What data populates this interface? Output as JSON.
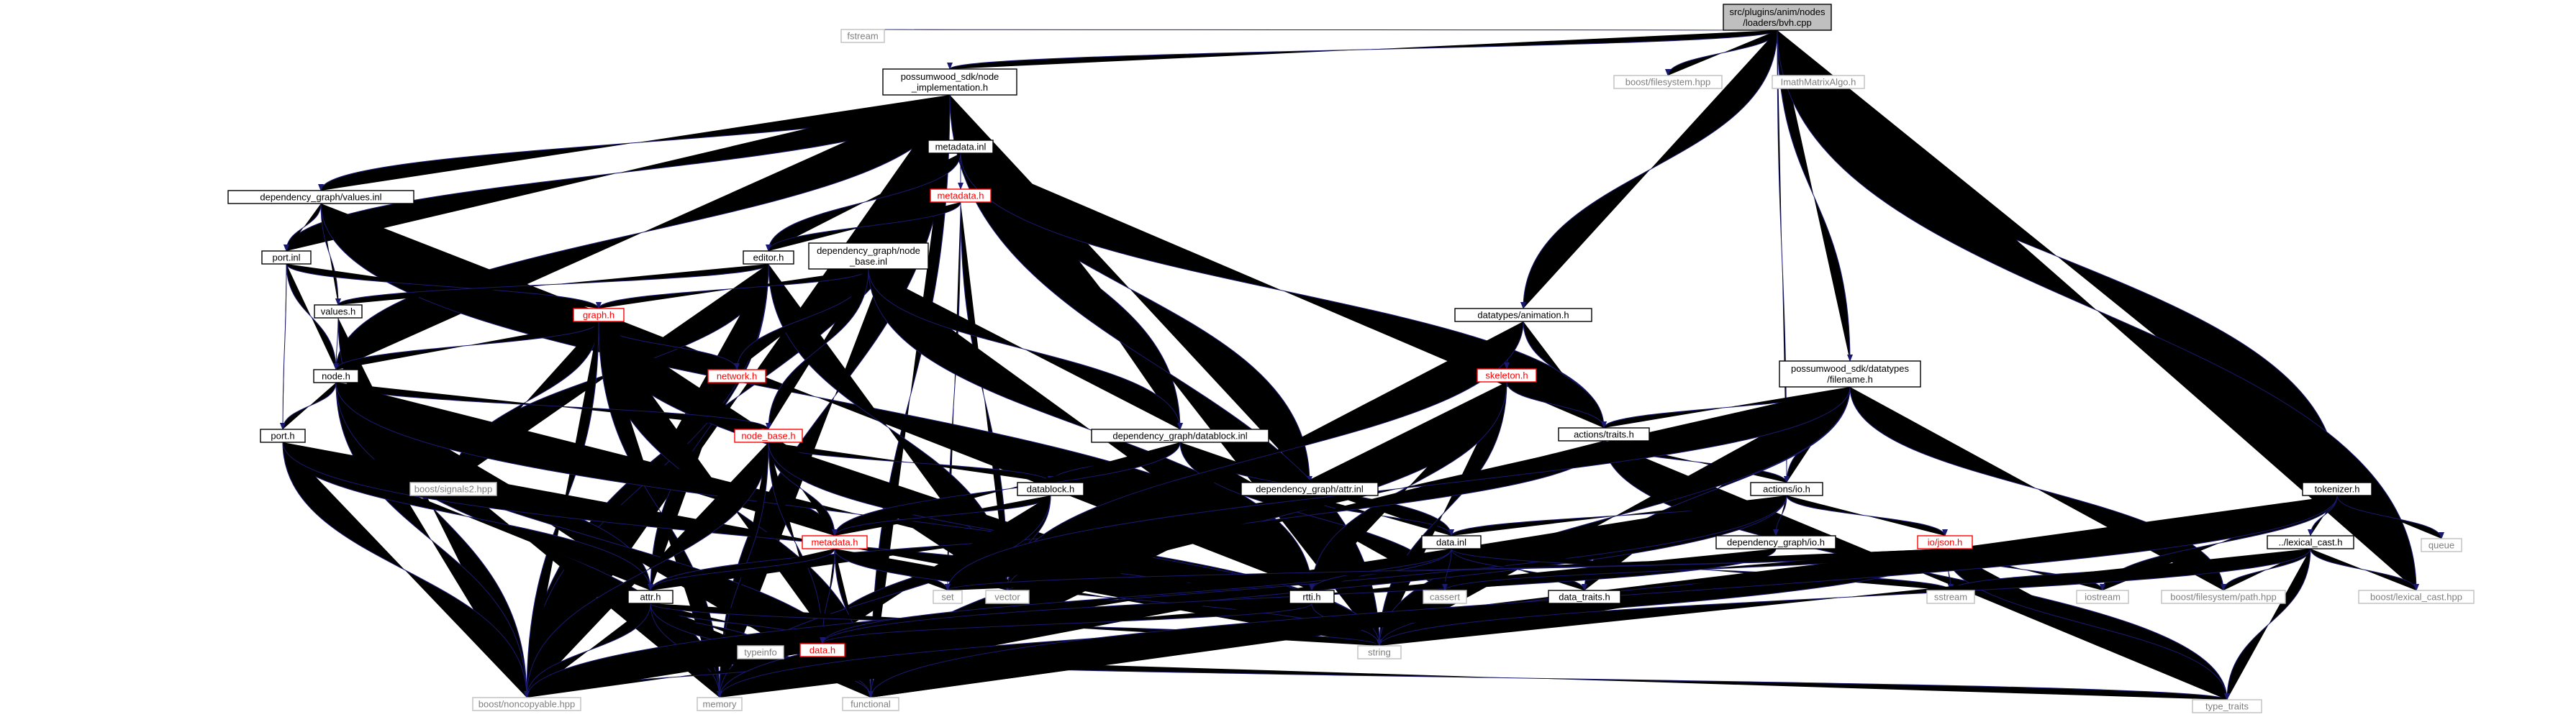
{
  "diagram": {
    "colors": {
      "edge": "#191970",
      "boxBorder": "#000000",
      "rootFill": "#bfbfbf",
      "textBlack": "#000000",
      "textRed": "#ff0000",
      "greyBorder": "#bfbfbf",
      "greyText": "#7f7f7f"
    },
    "nodes": [
      {
        "id": "root",
        "lines": [
          "src/plugins/anim/nodes",
          "/loaders/bvh.cpp"
        ],
        "style": "root"
      },
      {
        "id": "fstream",
        "lines": [
          "fstream"
        ],
        "style": "grey"
      },
      {
        "id": "impl",
        "lines": [
          "possumwood_sdk/node",
          "_implementation.h"
        ],
        "style": "black"
      },
      {
        "id": "bfs",
        "lines": [
          "boost/filesystem.hpp"
        ],
        "style": "grey"
      },
      {
        "id": "imath",
        "lines": [
          "ImathMatrixAlgo.h"
        ],
        "style": "grey"
      },
      {
        "id": "metainl",
        "lines": [
          "metadata.inl"
        ],
        "style": "black"
      },
      {
        "id": "metah1",
        "lines": [
          "metadata.h"
        ],
        "style": "red"
      },
      {
        "id": "valinl",
        "lines": [
          "dependency_graph/values.inl"
        ],
        "style": "black"
      },
      {
        "id": "portinl",
        "lines": [
          "port.inl"
        ],
        "style": "black"
      },
      {
        "id": "editor",
        "lines": [
          "editor.h"
        ],
        "style": "black"
      },
      {
        "id": "nbinl",
        "lines": [
          "dependency_graph/node",
          "_base.inl"
        ],
        "style": "black"
      },
      {
        "id": "values",
        "lines": [
          "values.h"
        ],
        "style": "black"
      },
      {
        "id": "graph",
        "lines": [
          "graph.h"
        ],
        "style": "red"
      },
      {
        "id": "network",
        "lines": [
          "network.h"
        ],
        "style": "red"
      },
      {
        "id": "nodeh",
        "lines": [
          "node.h"
        ],
        "style": "black"
      },
      {
        "id": "porth",
        "lines": [
          "port.h"
        ],
        "style": "black"
      },
      {
        "id": "nodebase",
        "lines": [
          "node_base.h"
        ],
        "style": "red"
      },
      {
        "id": "signals",
        "lines": [
          "boost/signals2.hpp"
        ],
        "style": "grey"
      },
      {
        "id": "dbinl",
        "lines": [
          "dependency_graph/datablock.inl"
        ],
        "style": "black"
      },
      {
        "id": "attrinl",
        "lines": [
          "dependency_graph/attr.inl"
        ],
        "style": "black"
      },
      {
        "id": "datablock",
        "lines": [
          "datablock.h"
        ],
        "style": "black"
      },
      {
        "id": "metah2",
        "lines": [
          "metadata.h"
        ],
        "style": "red"
      },
      {
        "id": "attrh",
        "lines": [
          "attr.h"
        ],
        "style": "black"
      },
      {
        "id": "set",
        "lines": [
          "set"
        ],
        "style": "grey"
      },
      {
        "id": "vector",
        "lines": [
          "vector"
        ],
        "style": "grey"
      },
      {
        "id": "typeinfo",
        "lines": [
          "typeinfo"
        ],
        "style": "grey"
      },
      {
        "id": "datah",
        "lines": [
          "data.h"
        ],
        "style": "red"
      },
      {
        "id": "noncopy",
        "lines": [
          "boost/noncopyable.hpp"
        ],
        "style": "grey"
      },
      {
        "id": "memory",
        "lines": [
          "memory"
        ],
        "style": "grey"
      },
      {
        "id": "functional",
        "lines": [
          "functional"
        ],
        "style": "grey"
      },
      {
        "id": "anim",
        "lines": [
          "datatypes/animation.h"
        ],
        "style": "black"
      },
      {
        "id": "skeleton",
        "lines": [
          "skeleton.h"
        ],
        "style": "red"
      },
      {
        "id": "traits",
        "lines": [
          "actions/traits.h"
        ],
        "style": "black"
      },
      {
        "id": "filename",
        "lines": [
          "possumwood_sdk/datatypes",
          "/filename.h"
        ],
        "style": "black"
      },
      {
        "id": "io",
        "lines": [
          "actions/io.h"
        ],
        "style": "black"
      },
      {
        "id": "datainl",
        "lines": [
          "data.inl"
        ],
        "style": "black"
      },
      {
        "id": "iohdep",
        "lines": [
          "dependency_graph/io.h"
        ],
        "style": "black"
      },
      {
        "id": "json",
        "lines": [
          "io/json.h"
        ],
        "style": "red"
      },
      {
        "id": "rtti",
        "lines": [
          "rtti.h"
        ],
        "style": "black"
      },
      {
        "id": "datatraits",
        "lines": [
          "data_traits.h"
        ],
        "style": "black"
      },
      {
        "id": "cassert",
        "lines": [
          "cassert"
        ],
        "style": "grey"
      },
      {
        "id": "string",
        "lines": [
          "string"
        ],
        "style": "grey"
      },
      {
        "id": "sstream",
        "lines": [
          "sstream"
        ],
        "style": "grey"
      },
      {
        "id": "iostream",
        "lines": [
          "iostream"
        ],
        "style": "grey"
      },
      {
        "id": "tokenizer",
        "lines": [
          "tokenizer.h"
        ],
        "style": "black"
      },
      {
        "id": "queue",
        "lines": [
          "queue"
        ],
        "style": "grey"
      },
      {
        "id": "lexcast",
        "lines": [
          "../lexical_cast.h"
        ],
        "style": "black"
      },
      {
        "id": "bfspath",
        "lines": [
          "boost/filesystem/path.hpp"
        ],
        "style": "grey"
      },
      {
        "id": "blex",
        "lines": [
          "boost/lexical_cast.hpp"
        ],
        "style": "grey"
      },
      {
        "id": "typetraits",
        "lines": [
          "type_traits"
        ],
        "style": "grey"
      }
    ],
    "edges": [
      [
        "root",
        "fstream"
      ],
      [
        "root",
        "impl"
      ],
      [
        "root",
        "bfs"
      ],
      [
        "root",
        "imath"
      ],
      [
        "root",
        "anim"
      ],
      [
        "root",
        "filename"
      ],
      [
        "root",
        "io"
      ],
      [
        "root",
        "tokenizer"
      ],
      [
        "root",
        "blex"
      ],
      [
        "impl",
        "metainl"
      ],
      [
        "impl",
        "valinl"
      ],
      [
        "impl",
        "portinl"
      ],
      [
        "impl",
        "nbinl"
      ],
      [
        "impl",
        "nodeh"
      ],
      [
        "impl",
        "dbinl"
      ],
      [
        "impl",
        "attrinl"
      ],
      [
        "impl",
        "noncopy"
      ],
      [
        "impl",
        "memory"
      ],
      [
        "impl",
        "functional"
      ],
      [
        "impl",
        "string"
      ],
      [
        "metainl",
        "metah1"
      ],
      [
        "metainl",
        "editor"
      ],
      [
        "metainl",
        "traits"
      ],
      [
        "metah1",
        "editor"
      ],
      [
        "metah1",
        "set"
      ],
      [
        "metah1",
        "vector"
      ],
      [
        "valinl",
        "portinl"
      ],
      [
        "valinl",
        "values"
      ],
      [
        "valinl",
        "rtti"
      ],
      [
        "portinl",
        "graph"
      ],
      [
        "portinl",
        "nodeh"
      ],
      [
        "portinl",
        "porth"
      ],
      [
        "editor",
        "values"
      ],
      [
        "editor",
        "signals"
      ],
      [
        "editor",
        "attrh"
      ],
      [
        "editor",
        "vector"
      ],
      [
        "editor",
        "noncopy"
      ],
      [
        "nbinl",
        "graph"
      ],
      [
        "nbinl",
        "network"
      ],
      [
        "nbinl",
        "nodebase"
      ],
      [
        "nbinl",
        "rtti"
      ],
      [
        "nbinl",
        "dbinl"
      ],
      [
        "values",
        "nodeh"
      ],
      [
        "values",
        "noncopy"
      ],
      [
        "graph",
        "nodeh"
      ],
      [
        "graph",
        "network"
      ],
      [
        "graph",
        "signals"
      ],
      [
        "graph",
        "vector"
      ],
      [
        "graph",
        "noncopy"
      ],
      [
        "graph",
        "functional"
      ],
      [
        "graph",
        "memory"
      ],
      [
        "nodeh",
        "porth"
      ],
      [
        "nodeh",
        "nodebase"
      ],
      [
        "nodeh",
        "signals"
      ],
      [
        "nodeh",
        "attrh"
      ],
      [
        "nodeh",
        "metah2"
      ],
      [
        "nodeh",
        "noncopy"
      ],
      [
        "nodeh",
        "functional"
      ],
      [
        "nodeh",
        "memory"
      ],
      [
        "nodeh",
        "string"
      ],
      [
        "porth",
        "signals"
      ],
      [
        "porth",
        "attrh"
      ],
      [
        "porth",
        "noncopy"
      ],
      [
        "porth",
        "string"
      ],
      [
        "nodebase",
        "datablock"
      ],
      [
        "nodebase",
        "metah2"
      ],
      [
        "nodebase",
        "datah"
      ],
      [
        "nodebase",
        "noncopy"
      ],
      [
        "nodebase",
        "string"
      ],
      [
        "nodebase",
        "memory"
      ],
      [
        "dbinl",
        "datablock"
      ],
      [
        "dbinl",
        "metah2"
      ],
      [
        "dbinl",
        "datainl"
      ],
      [
        "dbinl",
        "cassert"
      ],
      [
        "attrinl",
        "attrh"
      ],
      [
        "attrinl",
        "datainl"
      ],
      [
        "datablock",
        "metah2"
      ],
      [
        "datablock",
        "vector"
      ],
      [
        "datablock",
        "datah"
      ],
      [
        "datablock",
        "memory"
      ],
      [
        "metah2",
        "attrh"
      ],
      [
        "metah2",
        "set"
      ],
      [
        "metah2",
        "vector"
      ],
      [
        "metah2",
        "datah"
      ],
      [
        "metah2",
        "functional"
      ],
      [
        "metah2",
        "string"
      ],
      [
        "attrh",
        "typeinfo"
      ],
      [
        "attrh",
        "datah"
      ],
      [
        "attrh",
        "noncopy"
      ],
      [
        "attrh",
        "memory"
      ],
      [
        "attrh",
        "functional"
      ],
      [
        "attrh",
        "string"
      ],
      [
        "datah",
        "noncopy"
      ],
      [
        "datah",
        "memory"
      ],
      [
        "datah",
        "functional"
      ],
      [
        "datah",
        "typetraits"
      ],
      [
        "anim",
        "skeleton"
      ],
      [
        "anim",
        "traits"
      ],
      [
        "anim",
        "vector"
      ],
      [
        "skeleton",
        "traits"
      ],
      [
        "skeleton",
        "string"
      ],
      [
        "skeleton",
        "functional"
      ],
      [
        "skeleton",
        "rtti"
      ],
      [
        "traits",
        "io"
      ],
      [
        "traits",
        "vector"
      ],
      [
        "traits",
        "typetraits"
      ],
      [
        "filename",
        "traits"
      ],
      [
        "filename",
        "io"
      ],
      [
        "filename",
        "bfspath"
      ],
      [
        "filename",
        "datatraits"
      ],
      [
        "filename",
        "string"
      ],
      [
        "filename",
        "set"
      ],
      [
        "io",
        "datainl"
      ],
      [
        "io",
        "iohdep"
      ],
      [
        "io",
        "json"
      ],
      [
        "io",
        "rtti"
      ],
      [
        "io",
        "memory"
      ],
      [
        "io",
        "noncopy"
      ],
      [
        "datainl",
        "datah"
      ],
      [
        "datainl",
        "rtti"
      ],
      [
        "datainl",
        "datatraits"
      ],
      [
        "datainl",
        "cassert"
      ],
      [
        "datainl",
        "sstream"
      ],
      [
        "iohdep",
        "datah"
      ],
      [
        "json",
        "string"
      ],
      [
        "json",
        "vector"
      ],
      [
        "json",
        "set"
      ],
      [
        "json",
        "sstream"
      ],
      [
        "json",
        "iostream"
      ],
      [
        "json",
        "cassert"
      ],
      [
        "json",
        "memory"
      ],
      [
        "json",
        "functional"
      ],
      [
        "json",
        "typetraits"
      ],
      [
        "rtti",
        "string"
      ],
      [
        "rtti",
        "datah"
      ],
      [
        "tokenizer",
        "lexcast"
      ],
      [
        "tokenizer",
        "queue"
      ],
      [
        "tokenizer",
        "iostream"
      ],
      [
        "tokenizer",
        "string"
      ],
      [
        "tokenizer",
        "functional"
      ],
      [
        "lexcast",
        "sstream"
      ],
      [
        "lexcast",
        "bfspath"
      ],
      [
        "lexcast",
        "blex"
      ],
      [
        "lexcast",
        "typetraits"
      ],
      [
        "lexcast",
        "string"
      ]
    ]
  }
}
